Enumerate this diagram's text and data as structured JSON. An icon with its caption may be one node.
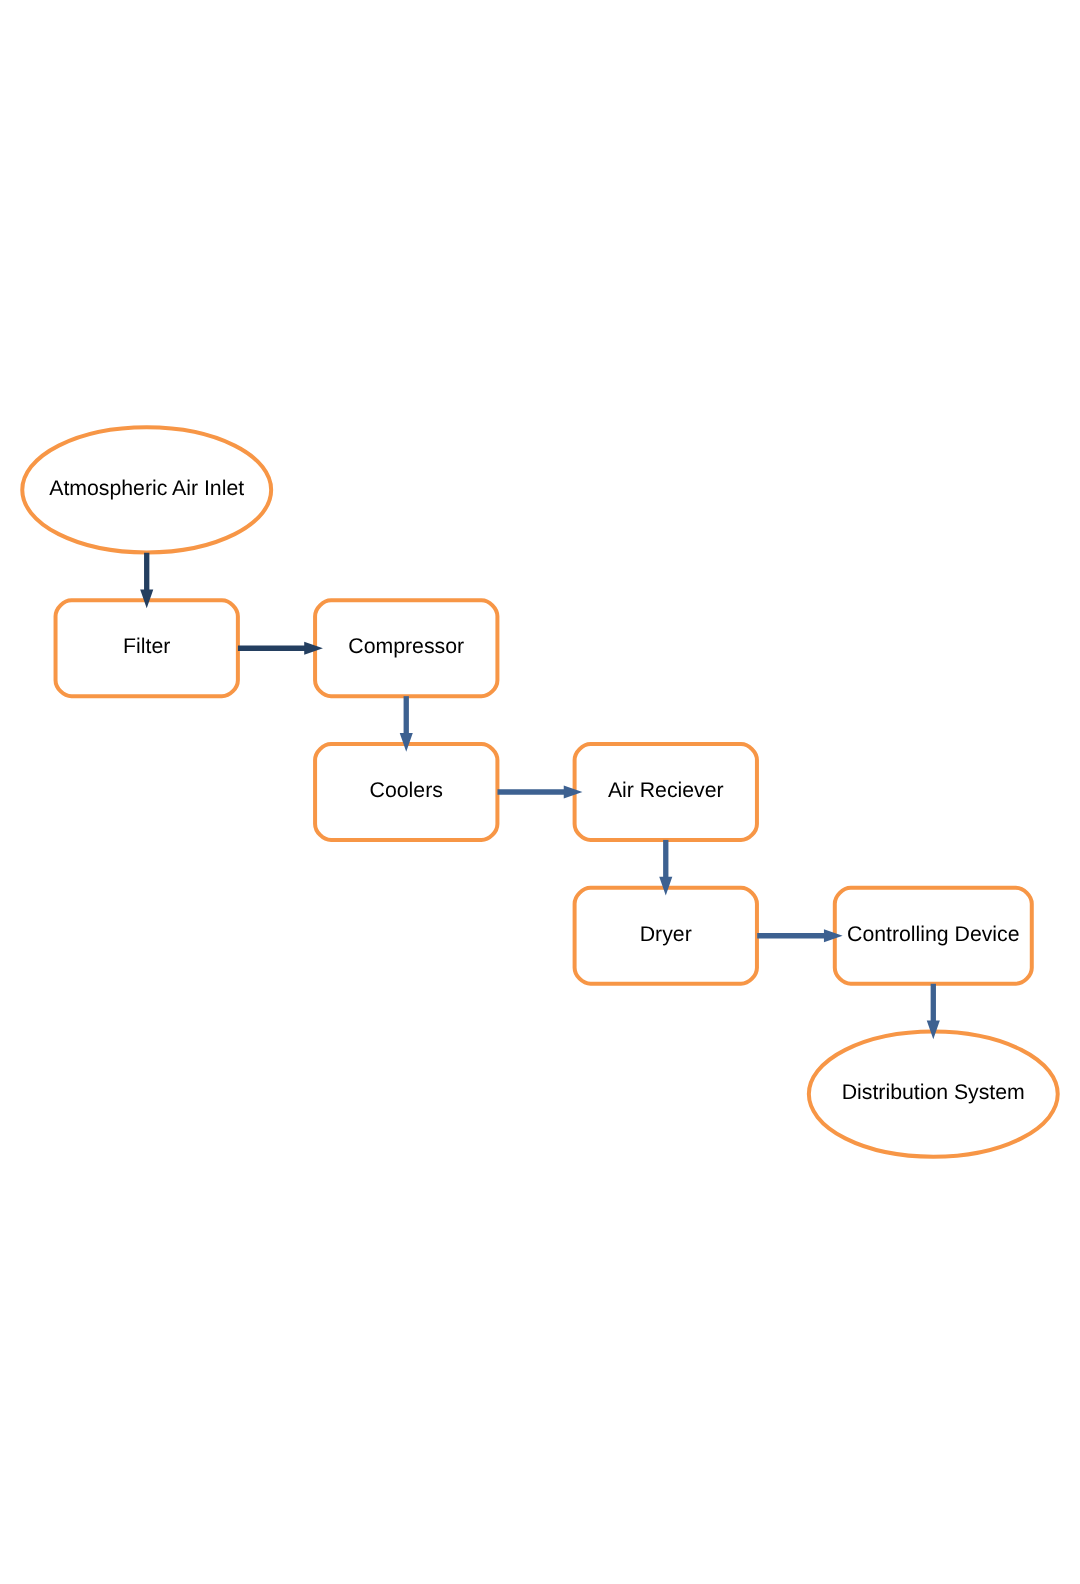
{
  "diagram": {
    "nodes": [
      {
        "text": [
          "Atmospheric Air Inlet"
        ]
      },
      {
        "text": [
          "Filter"
        ]
      },
      {
        "text": [
          "Compressor"
        ]
      },
      {
        "text": [
          "Air Reciever"
        ]
      },
      {
        "text": [
          "Coolers"
        ]
      },
      {
        "text": [
          "Dryer"
        ]
      },
      {
        "text": [
          "Controlling Device"
        ]
      },
      {
        "text": [
          "Distribution System"
        ]
      }
    ],
    "edges": [
      {
        "from": 0,
        "to": 1,
        "arrow": "to",
        "color": "#243f60"
      },
      {
        "from": 1,
        "to": 2,
        "arrow": "to",
        "color": "#243f60"
      },
      {
        "from": 2,
        "to": 4,
        "arrow": "to"
      },
      {
        "from": 4,
        "to": 3,
        "arrow": "to"
      },
      {
        "from": 3,
        "to": 5,
        "arrow": "to"
      },
      {
        "from": 5,
        "to": 6,
        "arrow": "to"
      },
      {
        "from": 6,
        "to": 7,
        "arrow": "to"
      }
    ]
  }
}
